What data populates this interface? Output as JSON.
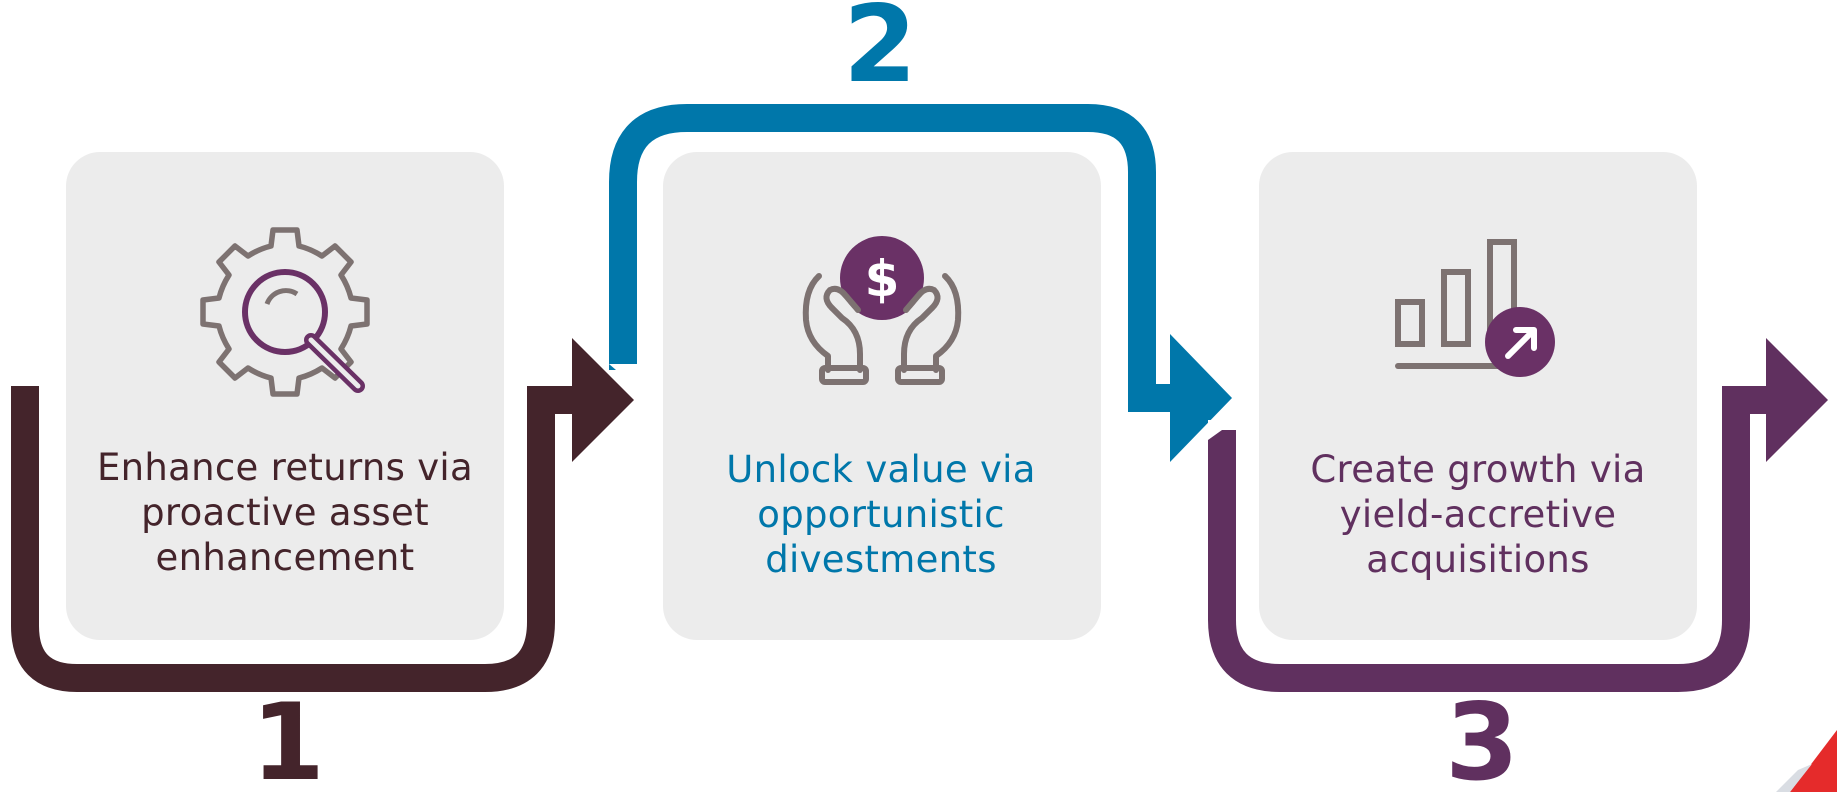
{
  "colors": {
    "step1": "#44242b",
    "step2": "#0077aa",
    "step3": "#60305f",
    "card_bg": "#ececec",
    "icon_grey": "#7d7271",
    "icon_purple": "#6a3166",
    "accent_red": "#e52b2b"
  },
  "steps": [
    {
      "number": "1",
      "text": "Enhance returns via proactive asset enhancement",
      "lines": [
        "Enhance returns via",
        "proactive asset",
        "enhancement"
      ],
      "icon": "gear-magnifier-icon"
    },
    {
      "number": "2",
      "text": "Unlock value via opportunistic divestments",
      "lines": [
        "Unlock value via",
        "opportunistic",
        "divestments"
      ],
      "icon": "hands-dollar-icon"
    },
    {
      "number": "3",
      "text": "Create growth via yield-accretive acquisitions",
      "lines": [
        "Create growth via",
        "yield-accretive",
        "acquisitions"
      ],
      "icon": "bar-chart-growth-icon"
    }
  ],
  "icons": {
    "dollar_symbol": "$"
  }
}
